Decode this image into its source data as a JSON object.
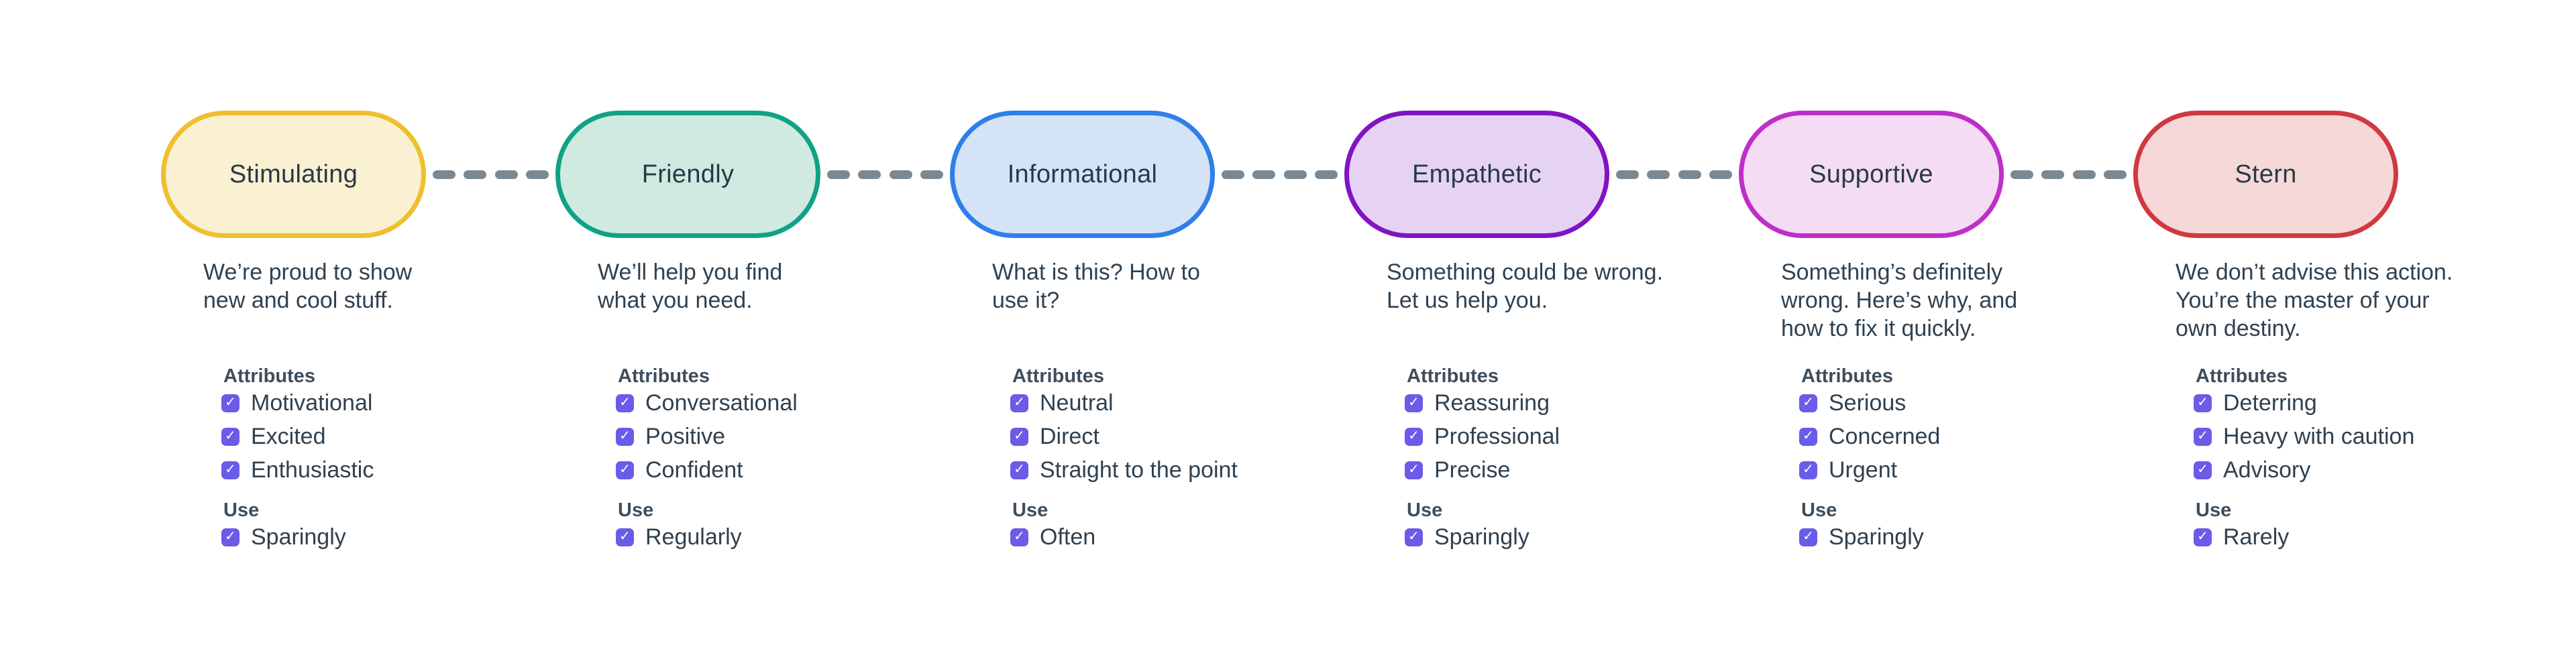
{
  "diagram": {
    "connector_color": "#7a8893",
    "checkbox": {
      "color": "#6a5be9",
      "glyph": "✓"
    },
    "labels": {
      "attributes": "Attributes",
      "use": "Use"
    },
    "tones": [
      {
        "label": "Stimulating",
        "description": "We’re proud to show\nnew and cool stuff.",
        "border_color": "#efbf2c",
        "fill_color": "#faf0d2",
        "attributes": [
          "Motivational",
          "Excited",
          "Enthusiastic"
        ],
        "use": "Sparingly"
      },
      {
        "label": "Friendly",
        "description": "We’ll help you find\nwhat you need.",
        "border_color": "#10a287",
        "fill_color": "#d0e9e1",
        "attributes": [
          "Conversational",
          "Positive",
          "Confident"
        ],
        "use": "Regularly"
      },
      {
        "label": "Informational",
        "description": "What is this? How to\nuse it?",
        "border_color": "#2e7fe9",
        "fill_color": "#d5e3f7",
        "attributes": [
          "Neutral",
          "Direct",
          "Straight to the point"
        ],
        "use": "Often"
      },
      {
        "label": "Empathetic",
        "description": "Something could be wrong.\nLet us help you.",
        "border_color": "#8013c4",
        "fill_color": "#e6d3f3",
        "attributes": [
          "Reassuring",
          "Professional",
          "Precise"
        ],
        "use": "Sparingly"
      },
      {
        "label": "Supportive",
        "description": "Something’s definitely\nwrong. Here’s why, and\nhow to fix it quickly.",
        "border_color": "#be2fc8",
        "fill_color": "#f4dcf5",
        "attributes": [
          "Serious",
          "Concerned",
          "Urgent"
        ],
        "use": "Sparingly"
      },
      {
        "label": "Stern",
        "description": "We don’t advise this action.\nYou’re the master of your\nown destiny.",
        "border_color": "#d03940",
        "fill_color": "#f5d8d7",
        "attributes": [
          "Deterring",
          "Heavy with caution",
          "Advisory"
        ],
        "use": "Rarely"
      }
    ]
  }
}
